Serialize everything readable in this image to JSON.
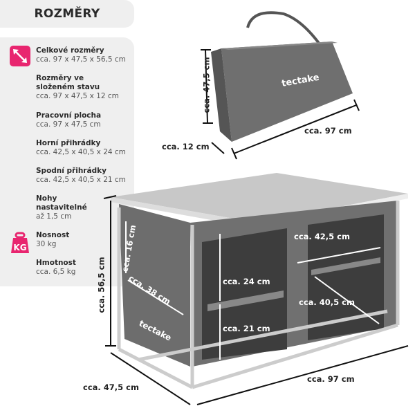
{
  "title": "ROZMĚRY",
  "specs": [
    {
      "label": "Celkové rozměry",
      "value": "cca. 97 x 47,5 x 56,5 cm",
      "icon": "resize-arrows-icon"
    },
    {
      "label": "Rozměry ve složeném stavu",
      "value": "cca. 97 x 47,5 x 12 cm"
    },
    {
      "label": "Pracovní plocha",
      "value": "cca. 97 x 47,5 cm"
    },
    {
      "label": "Horní přihrádky",
      "value": "cca. 42,5 x 40,5 x 24 cm"
    },
    {
      "label": "Spodní  přihrádky",
      "value": "cca. 42,5 x 40,5 x 21 cm"
    },
    {
      "label": "Nohy nastavitelné",
      "value": "až 1,5 cm"
    },
    {
      "label": "Nosnost",
      "value": "30 kg",
      "icon": "weight-kg-icon"
    },
    {
      "label": "Hmotnost",
      "value": "cca. 6,5 kg"
    }
  ],
  "kg_icon_text": "KG",
  "bag": {
    "brand": "tectake",
    "height": "cca. 47,5 cm",
    "width": "cca. 97 cm",
    "depth": "cca. 12 cm"
  },
  "cabinet": {
    "brand": "tectake",
    "height": "cca. 56,5 cm",
    "width": "cca. 97 cm",
    "depth": "cca. 47,5 cm",
    "pocket_height": "cca. 16 cm",
    "pocket_width": "cca. 38 cm",
    "shelf_width": "cca. 42,5 cm",
    "upper_height": "cca. 24 cm",
    "lower_height": "cca. 21 cm",
    "shelf_depth": "cca. 40,5 cm"
  },
  "colors": {
    "accent": "#e8256f",
    "panel": "#efefef",
    "fabric": "#6b6b6b"
  }
}
